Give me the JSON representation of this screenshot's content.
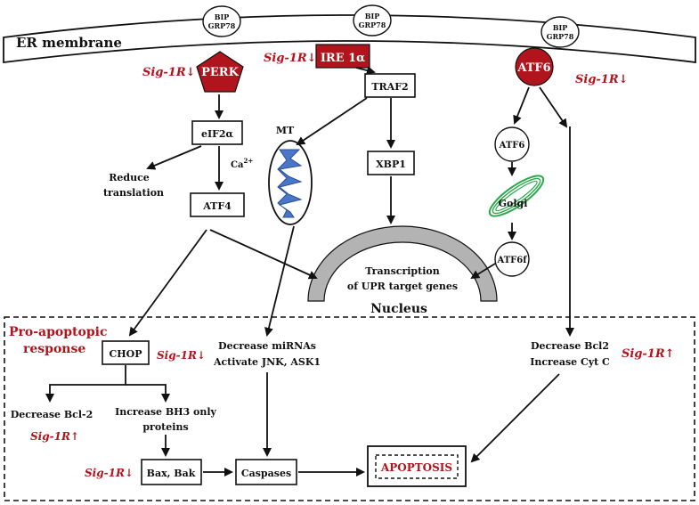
{
  "er_membrane": {
    "label": "ER membrane"
  },
  "bip": {
    "line1": "BIP",
    "line2": "GRP78"
  },
  "sensors": {
    "perk": "PERK",
    "ire1": "IRE 1α",
    "atf6": "ATF6"
  },
  "modulation": {
    "perk": "Sig-1R↓",
    "ire1": "Sig-1R↓",
    "atf6": "Sig-1R↓",
    "chop": "Sig-1R↓",
    "bcl2_left": "Sig-1R↑",
    "bcl2_right": "Sig-1R↑",
    "bax": "Sig-1R↓"
  },
  "nodes": {
    "eif2a": "eIF2α",
    "traf2": "TRAF2",
    "mt": "MT",
    "ca": "Ca",
    "ca_sup": "2+",
    "reduce_translation_1": "Reduce",
    "reduce_translation_2": "translation",
    "atf4": "ATF4",
    "xbp1": "XBP1",
    "atf6_cleaved": "ATF6",
    "golgi": "Golgi",
    "atf6f": "ATF6f",
    "transcription_1": "Transcription",
    "transcription_2": "of UPR target genes",
    "nucleus": "Nucleus",
    "chop": "CHOP",
    "decrease_mirna_1": "Decrease miRNAs",
    "decrease_mirna_2": "Activate JNK, ASK1",
    "decrease_bcl2_1": "Decrease Bcl2",
    "decrease_bcl2_2": "Increase Cyt C",
    "decrease_bcl2_left": "Decrease Bcl-2",
    "bh3_1": "Increase BH3 only",
    "bh3_2": "proteins",
    "bax": "Bax, Bak",
    "caspases": "Caspases",
    "apoptosis": "APOPTOSIS"
  },
  "pro_apoptotic": {
    "line1": "Pro-apoptopic",
    "line2": "response"
  },
  "colors": {
    "accent_red": "#b0141c",
    "golgi_green": "#2aa84a",
    "mito_blue": "#4a76c9"
  }
}
